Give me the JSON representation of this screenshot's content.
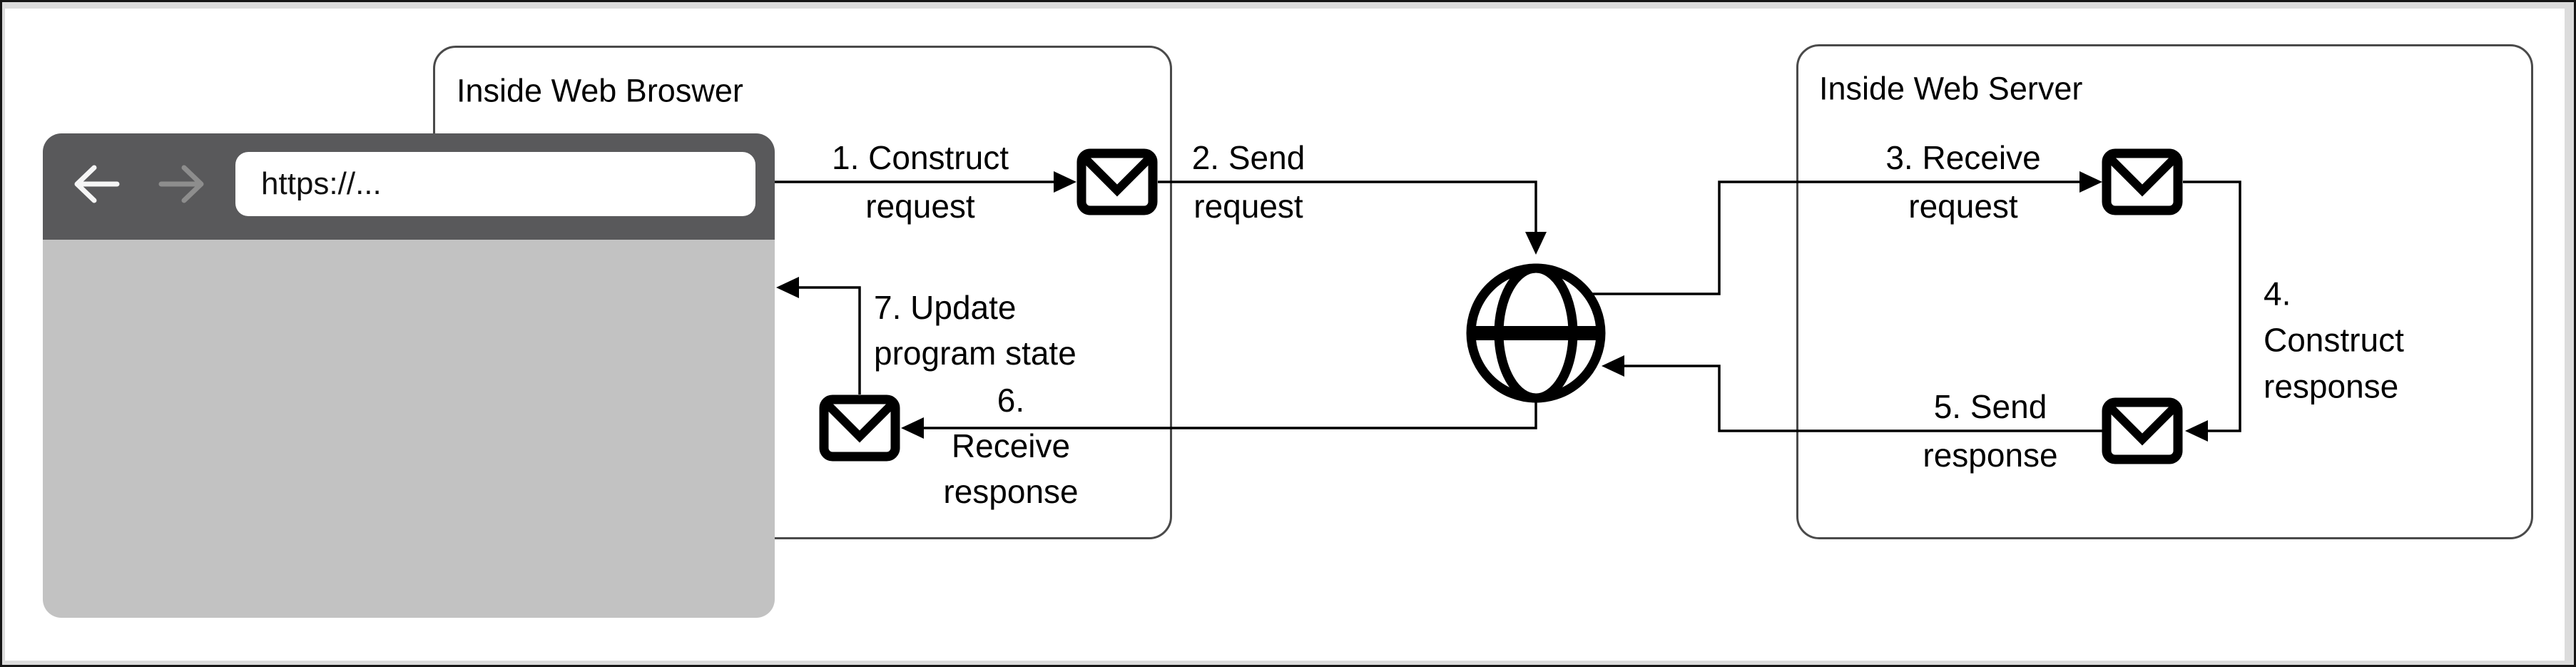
{
  "diagram": {
    "title_note": "HTTP request/response cycle diagram",
    "browser_box": {
      "label": "Inside Web Broswer"
    },
    "server_box": {
      "label": "Inside Web Server"
    },
    "browser_window": {
      "url_value": "https://...",
      "back_icon": "back-arrow",
      "forward_icon": "forward-arrow"
    },
    "icons": {
      "globe": "globe-icon",
      "envelope": "envelope-icon"
    },
    "steps": [
      {
        "id": 1,
        "lines": [
          "1. Construct",
          "request"
        ]
      },
      {
        "id": 2,
        "lines": [
          "2. Send",
          "request"
        ]
      },
      {
        "id": 3,
        "lines": [
          "3. Receive",
          "request"
        ]
      },
      {
        "id": 4,
        "lines": [
          "4.",
          "Construct",
          "response"
        ]
      },
      {
        "id": 5,
        "lines": [
          "5. Send",
          "response"
        ]
      },
      {
        "id": 6,
        "lines": [
          "6.",
          "Receive",
          "response"
        ]
      },
      {
        "id": 7,
        "lines": [
          "7. Update",
          "program state"
        ]
      }
    ],
    "colors": {
      "bar": "#59595b",
      "content": "#c2c2c2",
      "box_border": "#4a4a4a",
      "line": "#000000",
      "frame": "#dcdcdc",
      "url_text": "#111111",
      "forward_arrow": "#8d8d8d",
      "back_arrow": "#f5f5f5"
    }
  }
}
